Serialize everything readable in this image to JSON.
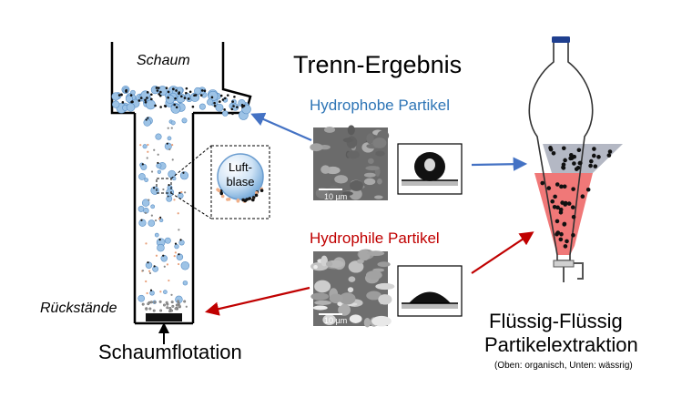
{
  "left": {
    "schaum_label": "Schaum",
    "rueckstaende_label": "Rückstände",
    "title": "Schaumflotation",
    "bubble_label_line1": "Luft-",
    "bubble_label_line2": "blase"
  },
  "center": {
    "title": "Trenn-Ergebnis",
    "hydrophobic_label": "Hydrophobe Partikel",
    "hydrophilic_label": "Hydrophile Partikel",
    "scalebar_top": "10 µm",
    "scalebar_bottom": "10 µm"
  },
  "right": {
    "title_line1": "Flüssig-Flüssig",
    "title_line2": "Partikelextraktion",
    "subtitle": "(Oben: organisch, Unten: wässrig)"
  },
  "colors": {
    "hydrophobic_blue": "#2e75b6",
    "hydrophilic_red": "#c00000",
    "organic_phase": "#b4b8c4",
    "aqueous_phase": "#f07878",
    "bubble_blue": "#9dc3e6"
  }
}
